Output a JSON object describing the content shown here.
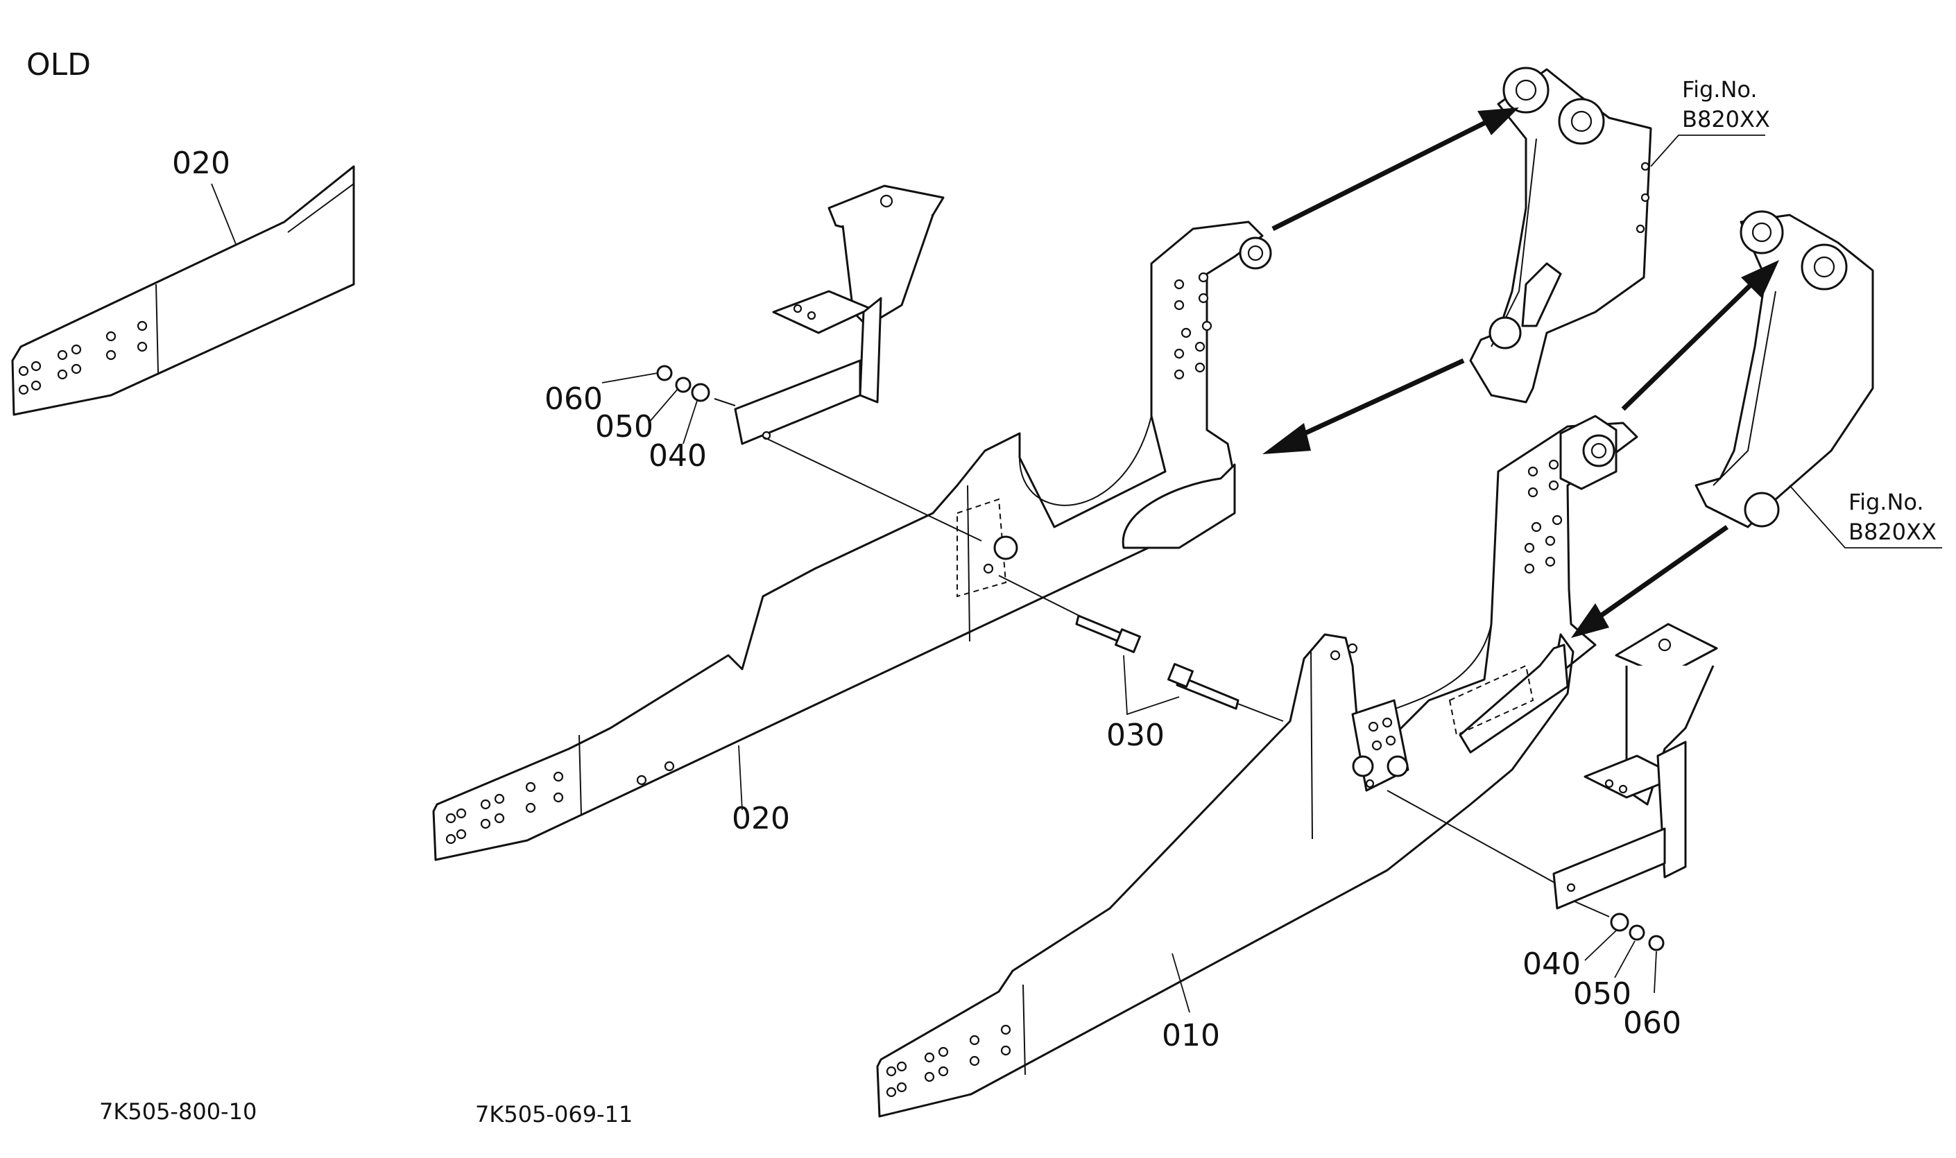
{
  "title": "OLD",
  "drawing_numbers": {
    "left": "7K505-800-10",
    "center": "7K505-069-11"
  },
  "figure_refs": [
    {
      "line1": "Fig.No.",
      "line2": "B820XX"
    },
    {
      "line1": "Fig.No.",
      "line2": "B820XX"
    }
  ],
  "callouts": {
    "old_frame": "020",
    "frame_left": "020",
    "frame_right": "010",
    "bolts": "030",
    "washer_left": "040",
    "lockwasher_left": "050",
    "nut_left": "060",
    "washer_right": "040",
    "lockwasher_right": "050",
    "nut_right": "060"
  }
}
